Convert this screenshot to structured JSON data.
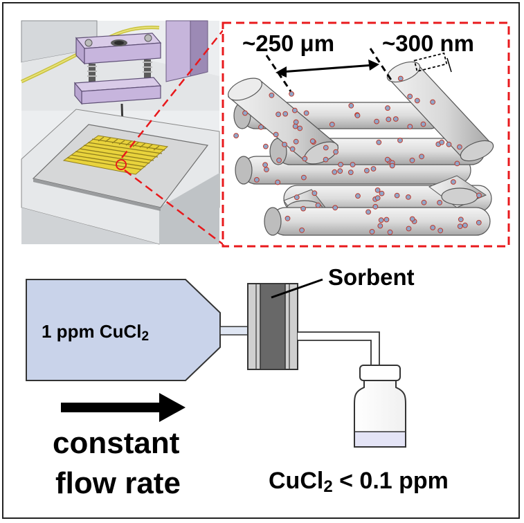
{
  "zoom_inset": {
    "dim_width": "~250 μm",
    "dim_fiber": "~300 nm"
  },
  "flow_setup": {
    "syringe_label": "1 ppm CuCl",
    "syringe_label_sub": "2",
    "sorbent_label": "Sorbent",
    "outlet_label_prefix": "CuCl",
    "outlet_label_sub": "2",
    "outlet_label_suffix": " < 0.1 ppm",
    "flow_line1": "constant",
    "flow_line2": "flow rate"
  },
  "colors": {
    "dash_red": "#e8191c",
    "syringe_fill": "#c9d3ea",
    "machine_purple": "#c4b1d9",
    "electrode_gold": "#e9d33c",
    "fiber_fill": "#e2e2e2",
    "particle_blue": "#8fa6c9"
  }
}
